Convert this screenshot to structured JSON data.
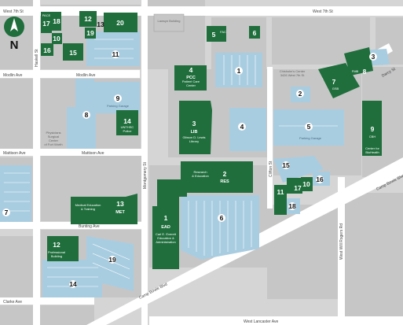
{
  "streets": {
    "w7_left": "West 7th St",
    "w7_right": "West 7th St",
    "modlin": "Modlin Ave",
    "modlin2": "Modlin Ave",
    "mattison": "Mattison Ave",
    "mattison2": "Mattison Ave",
    "bunting": "Bunting Ave",
    "clarke": "Clarke Ave",
    "montgomery": "Montgomery St",
    "camp_bowie": "Camp Bowie Blvd",
    "camp_bowie2": "Camp Bowie Blvd",
    "lancaster": "West Lancaster Ave",
    "rogers": "West Will Rogers Rd",
    "darcy": "Darcy St",
    "clifton": "Clifton St",
    "haskell": "Haskell St"
  },
  "compass": {
    "label": "N"
  },
  "buildings": {
    "b1": {
      "num": "1",
      "code": "EAD",
      "name1": "Carl E. Everett",
      "name2": "Education &",
      "name3": "Administration"
    },
    "b2": {
      "num": "2",
      "code": "RES",
      "name1": "Research",
      "name2": "& Education"
    },
    "b3": {
      "num": "3",
      "code": "LIB",
      "name1": "Gibson D. Lewis",
      "name2": "Library"
    },
    "b4": {
      "num": "4",
      "code": "PCC",
      "name1": "Patient Care",
      "name2": "Center"
    },
    "b5": {
      "num": "5",
      "code": "FAC"
    },
    "b6": {
      "num": "6"
    },
    "b7": {
      "num": "7",
      "code": "GSB"
    },
    "b8": {
      "num": "8",
      "code": "FMB"
    },
    "b9": {
      "num": "9",
      "code": "CBH",
      "name1": "Center for",
      "name2": "BioHealth"
    },
    "b10": {
      "num": "10"
    },
    "b11": {
      "num": "11"
    },
    "b12": {
      "num": "12",
      "name1": "Professional",
      "name2": "Building"
    },
    "b13": {
      "num": "13",
      "code": "MET",
      "name1": "Medical Education",
      "name2": "& Training"
    },
    "b14": {
      "num": "14",
      "name1": "UNTHSC",
      "name2": "Police"
    },
    "b15": {
      "num": "15"
    },
    "b16": {
      "num": "16"
    },
    "b17": {
      "num": "17"
    },
    "b18": {
      "num": "18"
    },
    "b19": {
      "num": "19"
    },
    "b20": {
      "num": "20"
    },
    "tl10": {
      "num": "10"
    },
    "tl12": {
      "num": "12"
    },
    "tl13": {
      "num": "13"
    },
    "tl16": {
      "num": "16"
    },
    "tl17": {
      "num": "17"
    },
    "tl18": {
      "num": "18"
    },
    "tl19": {
      "num": "19"
    },
    "tl15": {
      "num": "15"
    },
    "tl20": {
      "num": "20"
    },
    "pace": {
      "label": "PACE"
    }
  },
  "parking": {
    "p1": "1",
    "p2": "2",
    "p3": "3",
    "p4": "4",
    "p5": "5",
    "p6": "6",
    "p7": "7",
    "p8": "8",
    "p9": "9",
    "p11": "11",
    "p14": "14",
    "p15": "15",
    "p16": "16",
    "p18": "18",
    "p19": "19",
    "garage_label": "Parking Garage",
    "garage_label2": "Parking Garage"
  },
  "labels": {
    "lawsyn": "Lawsyn Building",
    "chisholm": "Chisholm's Center",
    "chisholm_addr": "3426 West 7th St",
    "physicians1": "Physicians",
    "physicians2": "Surgical",
    "physicians3": "Center",
    "physicians4": "of Fort Worth"
  },
  "colors": {
    "building": "#1f6e3c",
    "parking": "#a9cde0",
    "block": "#c6c6c6",
    "road": "#ffffff",
    "background": "#d5d5d5"
  }
}
